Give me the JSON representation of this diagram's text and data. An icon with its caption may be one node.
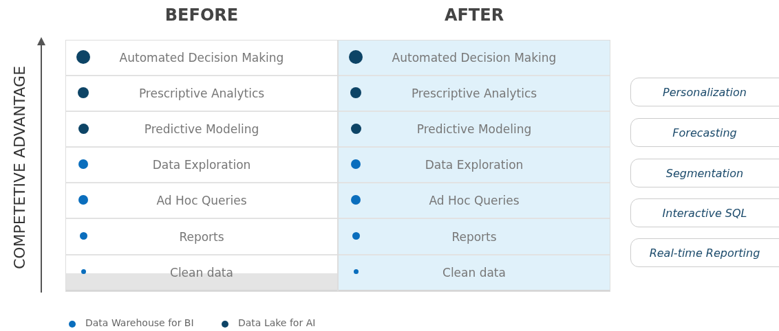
{
  "diagram": {
    "nodes": [
      {
        "text": [
          "BEFORE"
        ]
      },
      {
        "text": [
          "Automated Decision Making"
        ],
        "in": 0
      },
      {
        "text": [
          "Prescriptive Analytics"
        ],
        "in": 0
      },
      {
        "text": [
          "Predictive Modeling"
        ],
        "in": 0
      },
      {
        "text": [
          "Data Exploration"
        ],
        "in": 0
      },
      {
        "text": [
          "Ad Hoc Queries"
        ],
        "in": 0
      },
      {
        "text": [
          "Reports"
        ],
        "in": 0
      },
      {
        "text": [
          "Clean data"
        ],
        "in": 0
      },
      {
        "text": [
          "AFTER"
        ]
      },
      {
        "text": [
          "Automated Decision Making"
        ],
        "in": 8
      },
      {
        "text": [
          "Prescriptive Analytics"
        ],
        "in": 8
      },
      {
        "text": [
          "Predictive Modeling"
        ],
        "in": 8
      },
      {
        "text": [
          "Data Exploration"
        ],
        "in": 8
      },
      {
        "text": [
          "Ad Hoc Queries"
        ],
        "in": 8
      },
      {
        "text": [
          "Reports"
        ],
        "in": 8
      },
      {
        "text": [
          "Clean data"
        ],
        "in": 8
      },
      {
        "text": [
          "Personalization"
        ]
      },
      {
        "text": [
          "Forecasting"
        ]
      },
      {
        "text": [
          "Segmentation"
        ]
      },
      {
        "text": [
          "Interactive SQL"
        ]
      },
      {
        "text": [
          "Real-time Reporting"
        ]
      }
    ],
    "edges": [],
    "labels": [
      "COMPETETIVE ADVANTAGE"
    ],
    "legend": [
      {
        "text": "Data Warehouse for BI",
        "color": "#0a6ebd"
      },
      {
        "text": "Data Lake for AI",
        "color": "#0d4466"
      }
    ]
  }
}
